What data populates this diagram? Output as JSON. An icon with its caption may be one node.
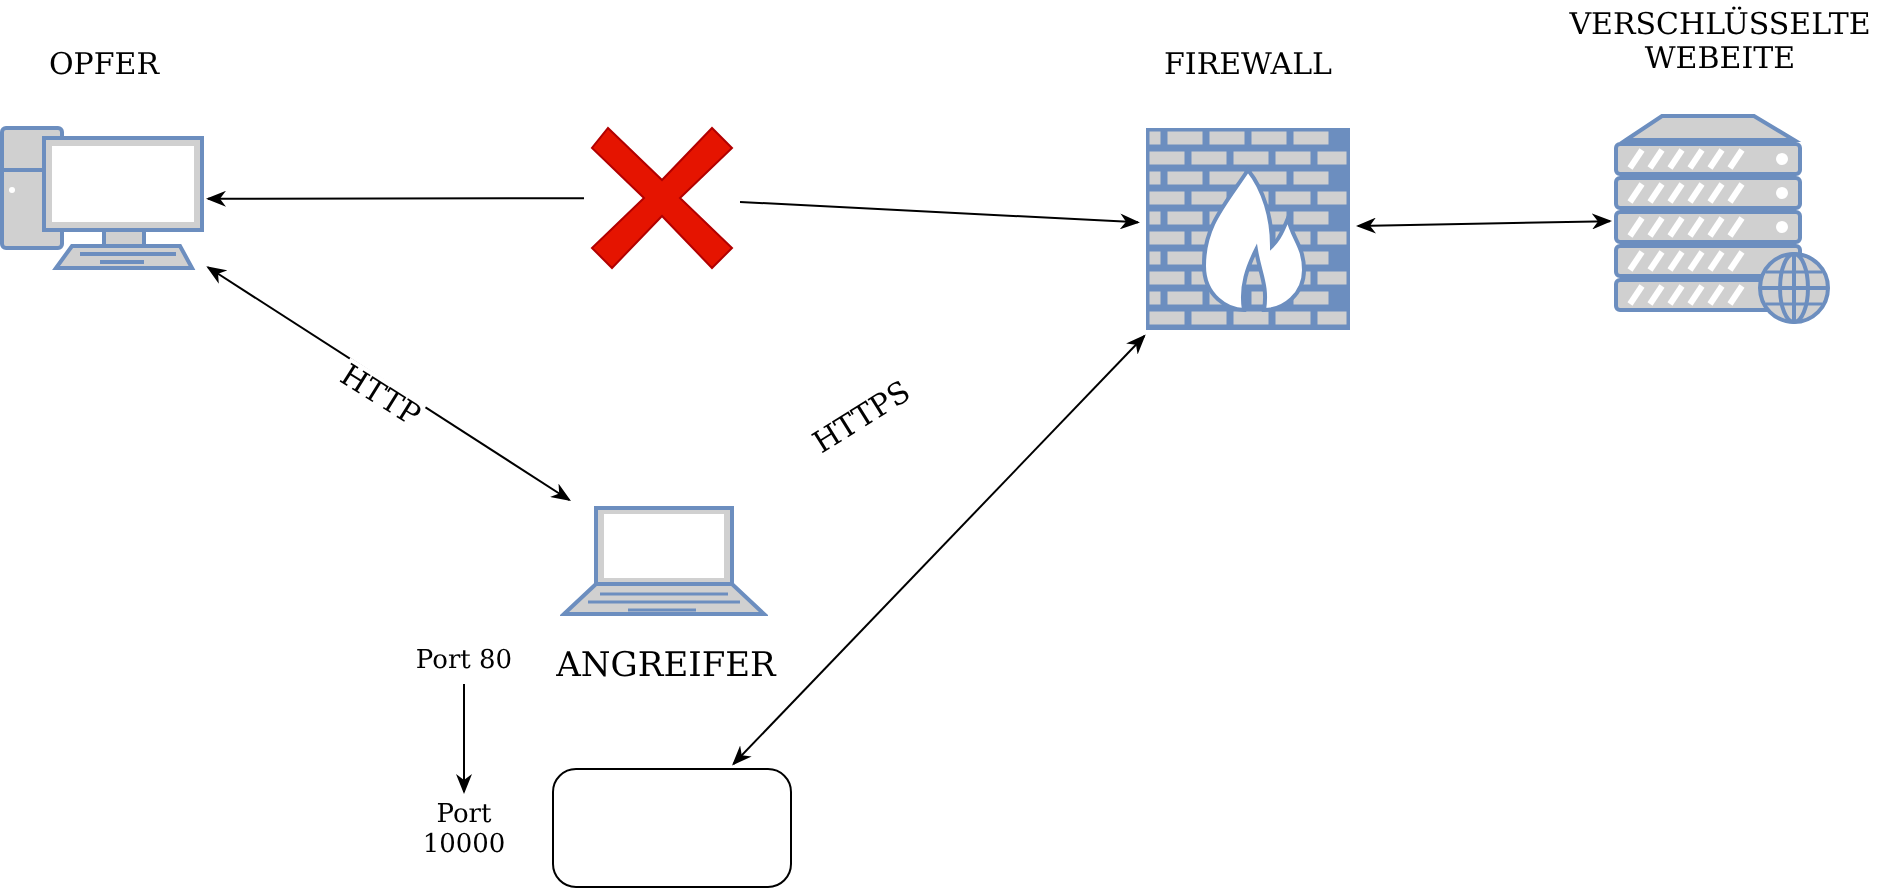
{
  "diagram": {
    "nodes": [
      {
        "text": [
          "OPFER"
        ]
      },
      {
        "text": [],
        "shape": "cross"
      },
      {
        "text": [
          "FIREWALL"
        ]
      },
      {
        "text": [
          "VERSCHLÜSSELTE WEBEITE"
        ]
      },
      {
        "text": [
          "ANGREIFER"
        ]
      },
      {
        "text": [
          "Port 80"
        ]
      },
      {
        "text": [
          "Port 10000"
        ]
      },
      {
        "text": [],
        "shape": "box"
      }
    ],
    "edges": [
      {
        "from": 1,
        "to": 0,
        "arrow": "to"
      },
      {
        "from": 1,
        "to": 2,
        "arrow": "to"
      },
      {
        "from": 2,
        "to": 3,
        "arrow": "both"
      },
      {
        "from": 0,
        "to": 4,
        "arrow": "both",
        "label": "HTTP"
      },
      {
        "from": 7,
        "to": 2,
        "arrow": "both",
        "label": "HTTPS"
      },
      {
        "from": 5,
        "to": 6,
        "arrow": "to"
      }
    ]
  }
}
